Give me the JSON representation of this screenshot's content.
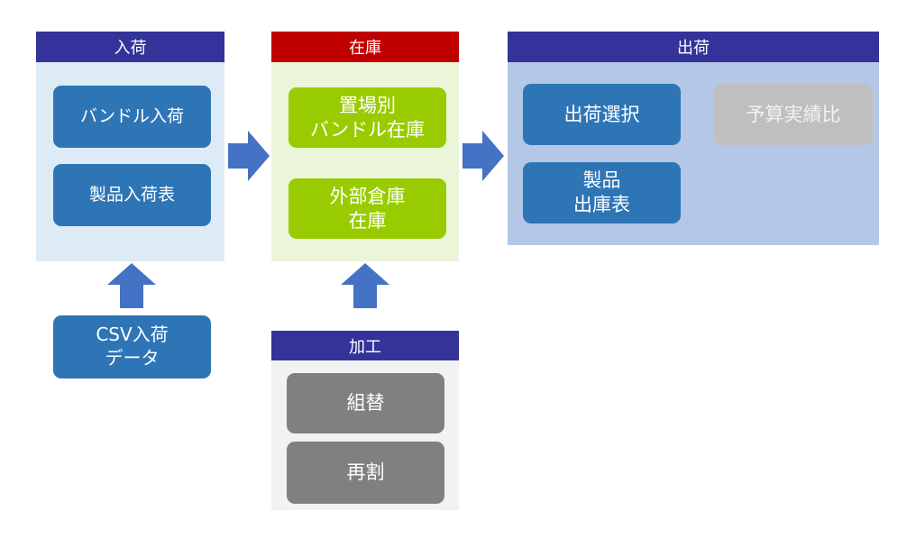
{
  "colors": {
    "header_navy": "#333399",
    "header_red": "#C00000",
    "receiving_bg": "#DDEBF7",
    "inventory_bg": "#EBF5DA",
    "shipping_bg": "#B4C7E7",
    "processing_bg": "#F2F2F2",
    "button_blue": "#2E75B6",
    "button_green": "#99CC00",
    "button_gray": "#808080",
    "button_disabled": "#BFBFBF",
    "arrow": "#4472C4"
  },
  "receiving": {
    "title": "入荷",
    "buttons": {
      "bundle": "バンドル入荷",
      "product_table": "製品入荷表"
    }
  },
  "csv": {
    "label": "CSV入荷\nデータ"
  },
  "inventory": {
    "title": "在庫",
    "buttons": {
      "by_location": "置場別\nバンドル在庫",
      "external": "外部倉庫\n在庫"
    }
  },
  "processing": {
    "title": "加工",
    "buttons": {
      "reassembly": "組替",
      "resplit": "再割"
    }
  },
  "shipping": {
    "title": "出荷",
    "buttons": {
      "selection": "出荷選択",
      "product_table": "製品\n出庫表",
      "budget": "予算実績比"
    }
  },
  "arrows": [
    "arrow-right-icon",
    "arrow-up-icon"
  ]
}
